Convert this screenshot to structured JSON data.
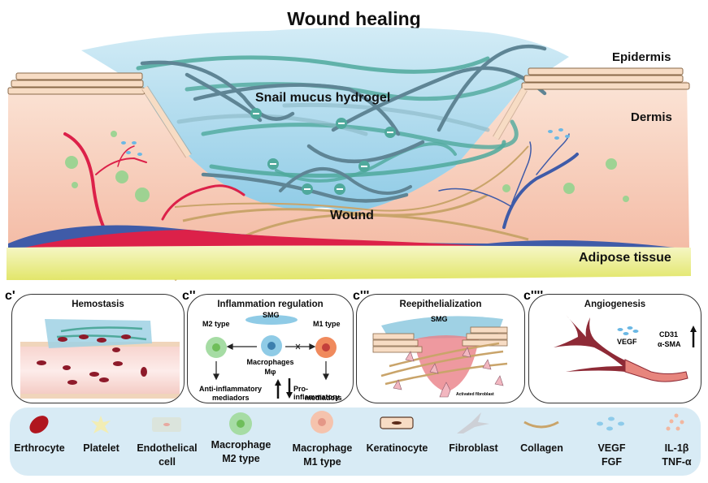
{
  "title": "Wound healing",
  "main": {
    "labels": {
      "epidermis": "Epidermis",
      "dermis": "Dermis",
      "hydrogel": "Snail mucus hydrogel",
      "wound": "Wound",
      "adipose": "Adipose tissue"
    },
    "charge_symbol": "−",
    "colors": {
      "hydrogel": "#bfe1f0",
      "dermis": "#f6cdb8",
      "adipose": "#eef08a",
      "artery": "#dc2149",
      "vein": "#3f5ba8",
      "fiber_teal": "#4fa99c",
      "fiber_slate": "#5f8595",
      "collagen": "#c9a46a",
      "keratinocyte": "#f7dcc4"
    }
  },
  "panels": [
    {
      "tag": "c'",
      "title": "Hemostasis"
    },
    {
      "tag": "c''",
      "title": "Inflammation regulation",
      "smg": "SMG",
      "m2": "M2 type",
      "m1": "M1 type",
      "macrophage": "Macrophages",
      "macrophage_sym": "Mφ",
      "anti": "Anti-inflammatory",
      "anti2": "mediadors",
      "pro": "Pro-inflammatory",
      "pro2": "mediadors",
      "anti_trend": "up",
      "pro_trend": "down"
    },
    {
      "tag": "c'''",
      "title": "Reepithelialization",
      "smg": "SMG",
      "fibroblast_note": "Activated fibroblast"
    },
    {
      "tag": "c''''",
      "title": "Angiogenesis",
      "vegf": "VEGF",
      "marker1": "CD31",
      "marker2": "α-SMA",
      "trend": "up"
    }
  ],
  "legend": [
    {
      "icon": "erythrocyte-icon",
      "line1": "Erthrocyte",
      "line2": ""
    },
    {
      "icon": "platelet-icon",
      "line1": "Platelet",
      "line2": ""
    },
    {
      "icon": "endothelial-cell-icon",
      "line1": "Endothelical",
      "line2": "cell"
    },
    {
      "icon": "macrophage-m2-icon",
      "line1": "Macrophage",
      "line2": "M2 type"
    },
    {
      "icon": "macrophage-m1-icon",
      "line1": "Macrophage",
      "line2": "M1 type"
    },
    {
      "icon": "keratinocyte-icon",
      "line1": "Keratinocyte",
      "line2": ""
    },
    {
      "icon": "fibroblast-icon",
      "line1": "Fibroblast",
      "line2": ""
    },
    {
      "icon": "collagen-icon",
      "line1": "Collagen",
      "line2": ""
    },
    {
      "icon": "vegf-fgf-icon",
      "line1": "VEGF",
      "line2": "FGF"
    },
    {
      "icon": "cytokine-icon",
      "line1": "IL-1β",
      "line2": "TNF-α"
    }
  ]
}
